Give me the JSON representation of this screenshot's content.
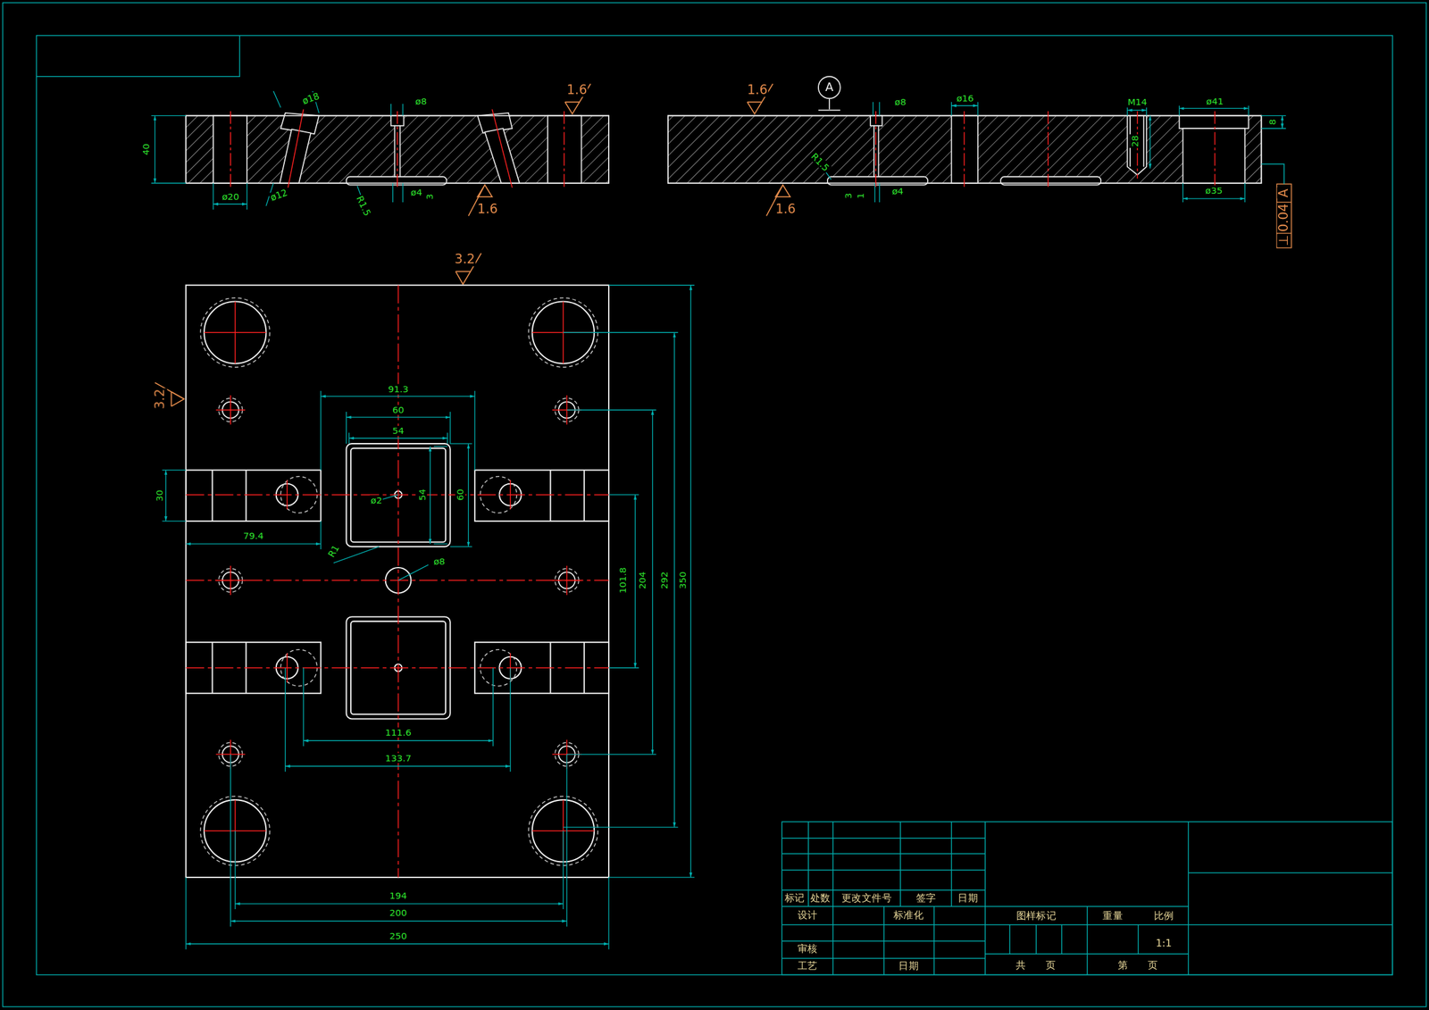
{
  "diagram": {
    "labels": [
      "ø18",
      "ø8",
      "1.6",
      "40",
      "ø20",
      "ø12",
      "R1.5",
      "ø4",
      "3",
      "1.6",
      "1.6",
      "A",
      "ø8",
      "ø16",
      "M14",
      "ø41",
      "28",
      "8",
      "R1.5",
      "3",
      "1",
      "ø4",
      "ø35",
      "1.6",
      "0.04",
      "A",
      "⊥",
      "3.2",
      "3.2",
      "91.3",
      "60",
      "54",
      "30",
      "ø2",
      "54",
      "60",
      "R1",
      "79.4",
      "ø8",
      "101.8",
      "204",
      "292",
      "350",
      "111.6",
      "133.7",
      "194",
      "200",
      "250",
      "标记",
      "处数",
      "更改文件号",
      "签字",
      "日期",
      "设计",
      "标准化",
      "审核",
      "工艺",
      "日期",
      "图样标记",
      "重量",
      "比例",
      "1:1",
      "共",
      "页",
      "第",
      "页"
    ]
  }
}
